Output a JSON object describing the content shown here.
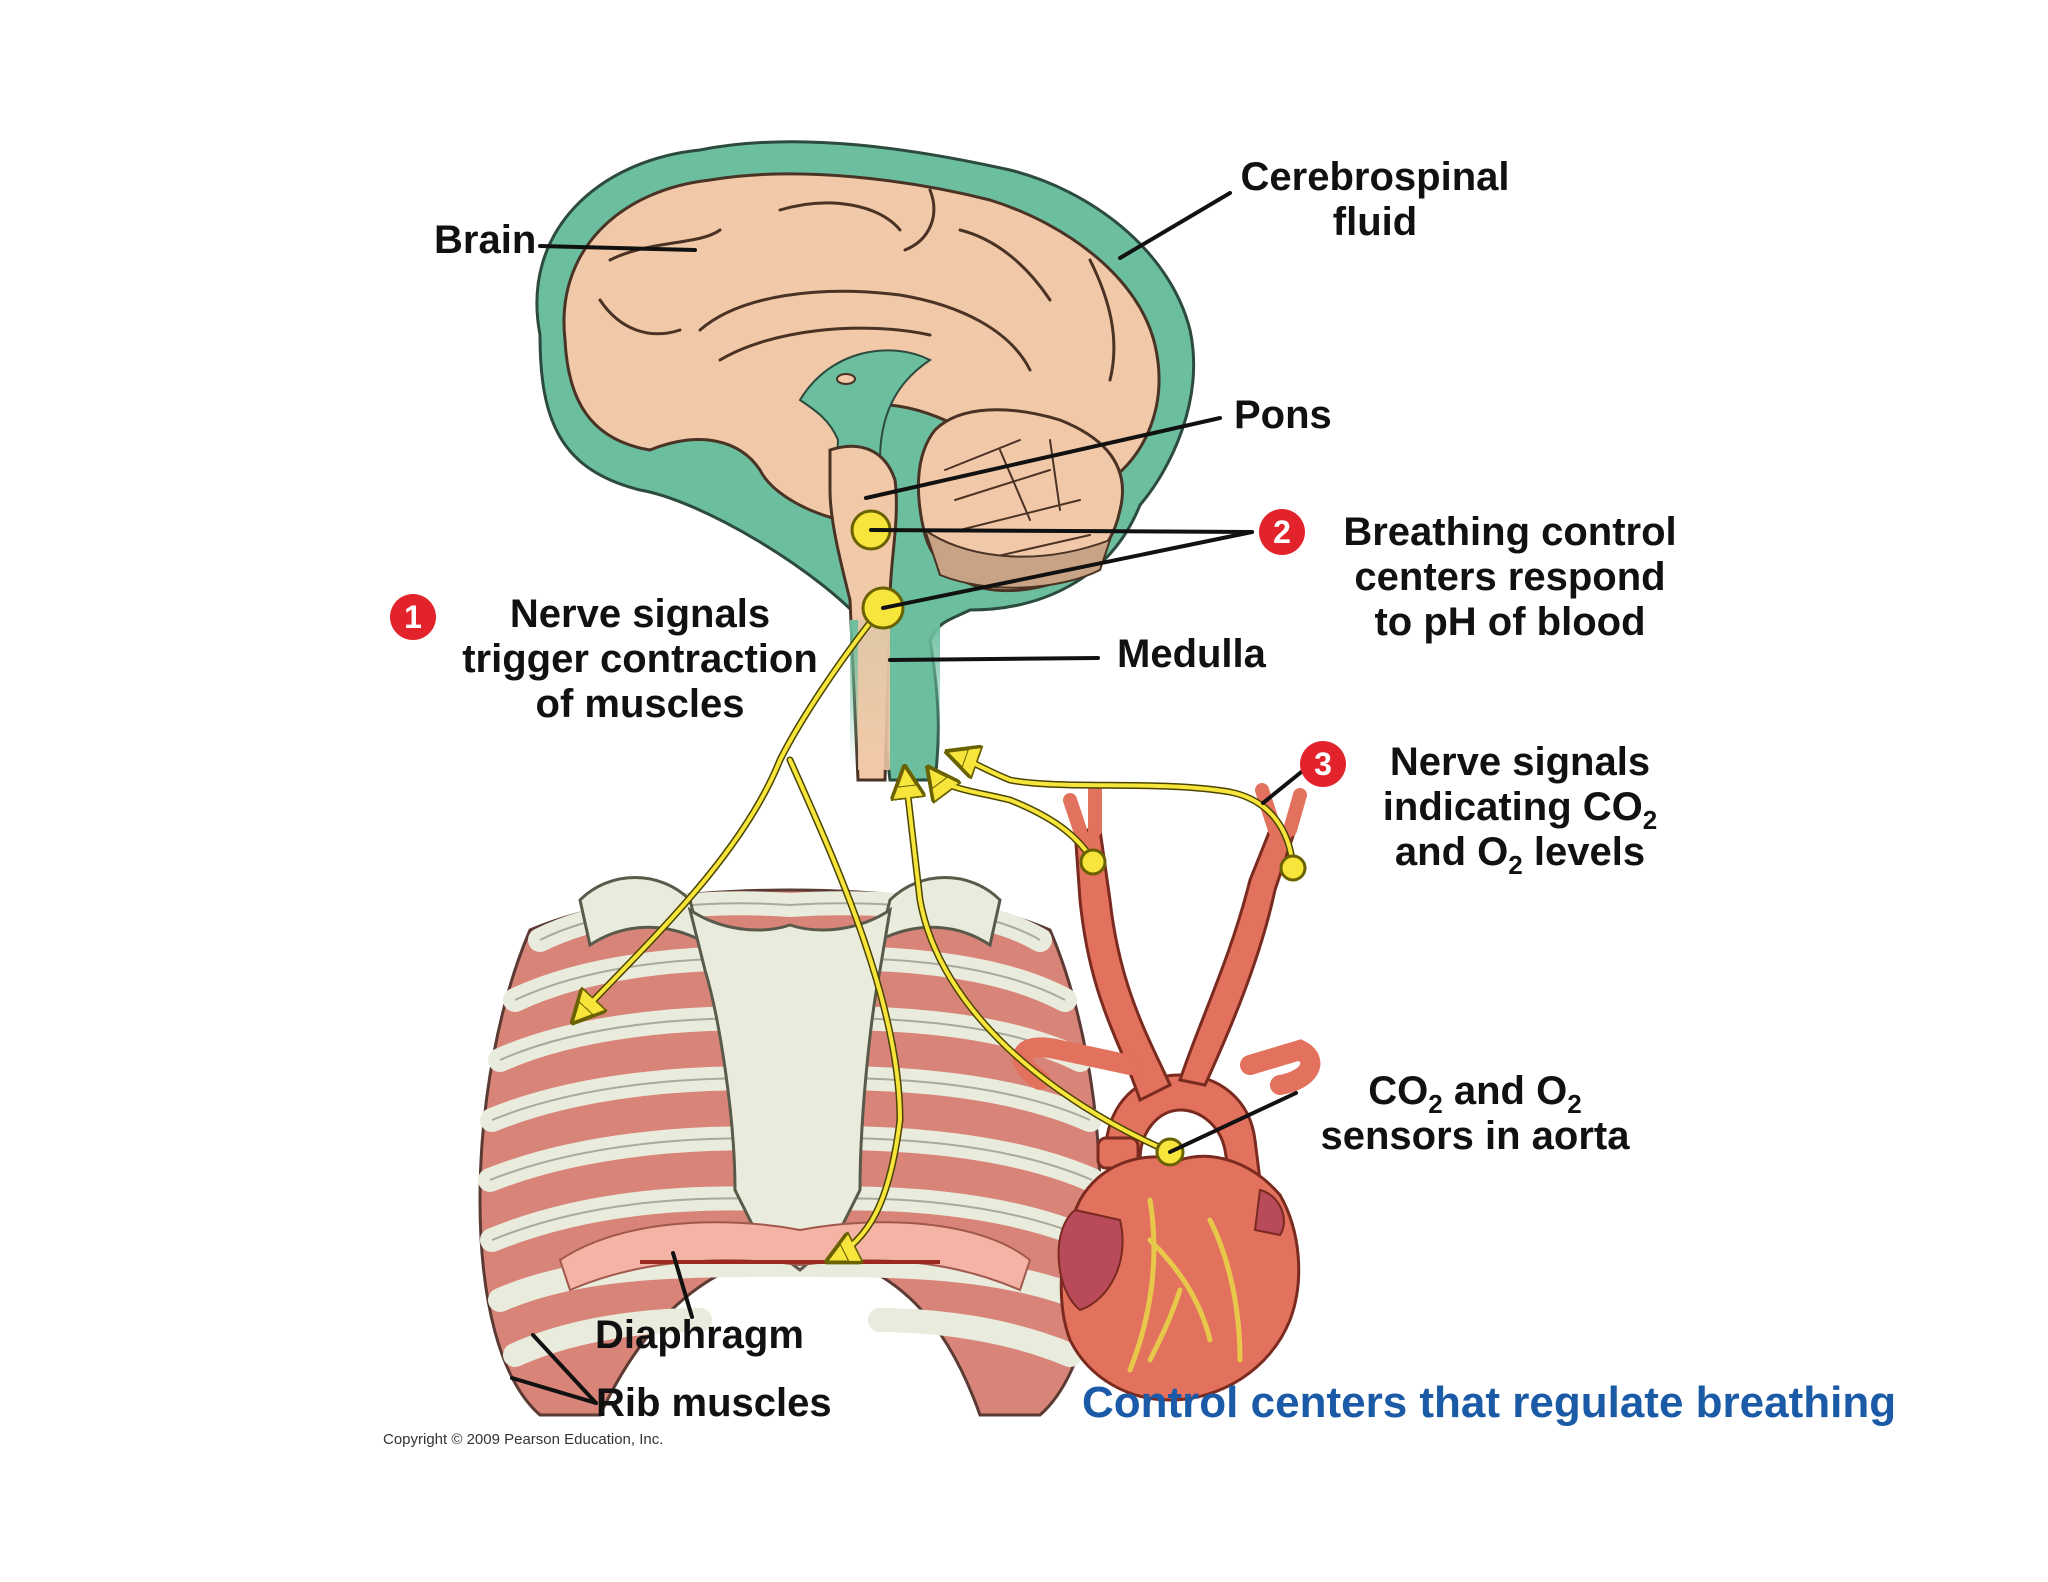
{
  "labels": {
    "brain": "Brain",
    "csf_line1": "Cerebrospinal",
    "csf_line2": "fluid",
    "pons": "Pons",
    "medulla": "Medulla",
    "diaphragm": "Diaphragm",
    "rib_muscles": "Rib muscles"
  },
  "steps": [
    {
      "number": "1",
      "lines": [
        "Nerve signals",
        "trigger contraction",
        "of muscles"
      ]
    },
    {
      "number": "2",
      "lines": [
        "Breathing control",
        "centers respond",
        "to pH of blood"
      ]
    },
    {
      "number": "3",
      "line1": "Nerve signals",
      "line2_pre": "indicating CO",
      "line2_sub": "2",
      "line3_pre": "and O",
      "line3_sub": "2",
      "line3_post": " levels"
    }
  ],
  "sensors": {
    "a": "CO",
    "a_sub": "2",
    "b": " and O",
    "b_sub": "2",
    "line2": "sensors in aorta"
  },
  "caption": "Control centers that regulate breathing",
  "copyright": "Copyright © 2009 Pearson Education, Inc.",
  "colors": {
    "csf": "#6bbf9e",
    "brain": "#f2c9a8",
    "nerve": "#f7e53b",
    "badge": "#e2232b",
    "muscle": "#d98479",
    "bone": "#e9ebdc",
    "artery": "#e2715d",
    "caption": "#1a5aa6"
  }
}
